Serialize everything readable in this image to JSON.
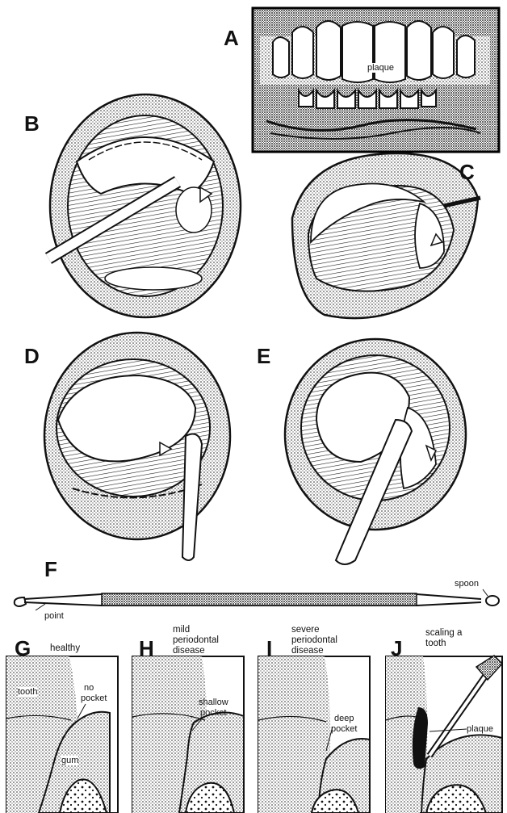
{
  "panels": {
    "A": {
      "letter": "A",
      "labels": {
        "plaque": "plaque"
      }
    },
    "B": {
      "letter": "B"
    },
    "C": {
      "letter": "C"
    },
    "D": {
      "letter": "D"
    },
    "E": {
      "letter": "E"
    },
    "F": {
      "letter": "F",
      "labels": {
        "point": "point",
        "spoon": "spoon"
      }
    },
    "G": {
      "letter": "G",
      "caption": "healthy",
      "labels": {
        "tooth": "tooth",
        "no_pocket_1": "no",
        "no_pocket_2": "pocket",
        "gum": "gum"
      }
    },
    "H": {
      "letter": "H",
      "caption_lines": [
        "mild",
        "periodontal",
        "disease"
      ],
      "labels": {
        "shallow_1": "shallow",
        "shallow_2": "pocket"
      }
    },
    "I": {
      "letter": "I",
      "caption_lines": [
        "severe",
        "periodontal",
        "disease"
      ],
      "labels": {
        "deep_1": "deep",
        "deep_2": "pocket"
      }
    },
    "J": {
      "letter": "J",
      "caption_lines": [
        "scaling a",
        "tooth"
      ],
      "labels": {
        "plaque": "plaque"
      }
    }
  },
  "colors": {
    "ink": "#111111",
    "paper": "#ffffff",
    "stipple": "#9a9a9a"
  }
}
